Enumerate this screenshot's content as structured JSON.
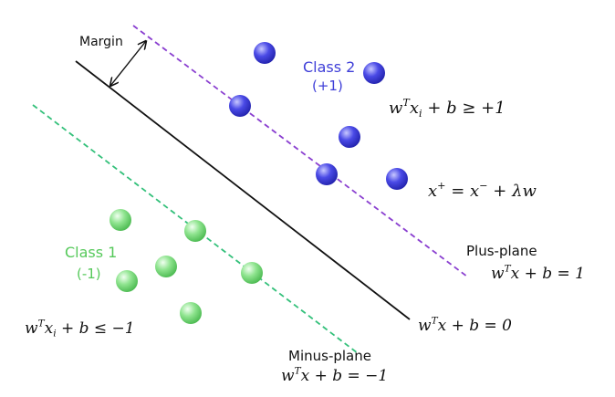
{
  "labels": {
    "margin": "Margin",
    "class2_name": "Class 2",
    "class2_value": "(+1)",
    "class1_name": "Class 1",
    "class1_value": "(-1)",
    "plus_plane": "Plus-plane",
    "minus_plane": "Minus-plane"
  },
  "equations": {
    "class2_constraint": {
      "w": "w",
      "sup": "T",
      "x": "x",
      "sub": "i",
      "rest": " + b ≥ +1"
    },
    "relation": {
      "x1": "x",
      "sup1": "+",
      "mid": " = x",
      "sup2": "−",
      "rest": " + λw"
    },
    "plus_plane": {
      "w": "w",
      "sup": "T",
      "rest": "x + b = 1"
    },
    "decision_boundary": {
      "w": "w",
      "sup": "T",
      "rest": "x + b = 0"
    },
    "class1_constraint": {
      "w": "w",
      "sup": "T",
      "x": "x",
      "sub": "i",
      "rest": " + b ≤ −1"
    },
    "minus_plane": {
      "w": "w",
      "sup": "T",
      "rest": "x + b = −1"
    }
  },
  "colors": {
    "class2": "#3f3fd8",
    "class1": "#55c95a",
    "plus_plane_line": "#8a3fd0",
    "minus_plane_line": "#33c07a",
    "boundary_line": "#111111",
    "text": "#111111"
  }
}
